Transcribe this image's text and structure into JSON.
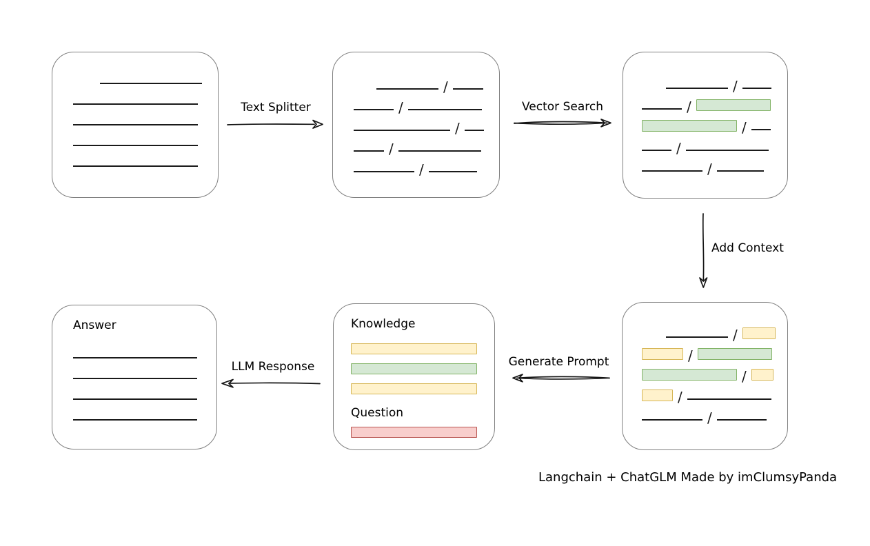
{
  "palette": {
    "line": "#1a1a1a",
    "box_border": "#7f7f7f",
    "green_fill": "#d5e8d4",
    "green_border": "#82b366",
    "yellow_fill": "#fff2cc",
    "yellow_border": "#d6b656",
    "red_fill": "#f8cecc",
    "red_border": "#b85450"
  },
  "labels": {
    "text_splitter": "Text Splitter",
    "vector_search": "Vector Search",
    "add_context": "Add Context",
    "generate_prompt": "Generate Prompt",
    "llm_response": "LLM Response",
    "knowledge": "Knowledge",
    "question": "Question",
    "answer": "Answer",
    "caption": "Langchain + ChatGLM Made by imClumsyPanda"
  },
  "boxes": {
    "document": {
      "rows": [
        [
          {
            "t": "sp",
            "w": 32
          },
          {
            "t": "line",
            "w": 148
          }
        ],
        [
          {
            "t": "line",
            "w": 181
          }
        ],
        [
          {
            "t": "line",
            "w": 181
          }
        ],
        [
          {
            "t": "line",
            "w": 181
          }
        ],
        [
          {
            "t": "line",
            "w": 181
          }
        ]
      ]
    },
    "chunks": {
      "rows": [
        [
          {
            "t": "sp",
            "w": 26
          },
          {
            "t": "line",
            "w": 90
          },
          {
            "t": "slash"
          },
          {
            "t": "line",
            "w": 44
          }
        ],
        [
          {
            "t": "line",
            "w": 58
          },
          {
            "t": "slash"
          },
          {
            "t": "line",
            "w": 107
          }
        ],
        [
          {
            "t": "line",
            "w": 140
          },
          {
            "t": "slash"
          },
          {
            "t": "line",
            "w": 28
          }
        ],
        [
          {
            "t": "line",
            "w": 44
          },
          {
            "t": "slash"
          },
          {
            "t": "line",
            "w": 120
          }
        ],
        [
          {
            "t": "line",
            "w": 88
          },
          {
            "t": "slash"
          },
          {
            "t": "line",
            "w": 70
          }
        ]
      ]
    },
    "vector": {
      "rows": [
        [
          {
            "t": "sp",
            "w": 28
          },
          {
            "t": "line",
            "w": 90
          },
          {
            "t": "slash"
          },
          {
            "t": "line",
            "w": 42
          }
        ],
        [
          {
            "t": "line",
            "w": 58
          },
          {
            "t": "slash"
          },
          {
            "t": "green",
            "w": 108
          }
        ],
        [
          {
            "t": "green",
            "w": 138
          },
          {
            "t": "slash"
          },
          {
            "t": "line",
            "w": 28
          }
        ],
        [
          {
            "t": "line",
            "w": 43
          },
          {
            "t": "slash"
          },
          {
            "t": "line",
            "w": 120
          }
        ],
        [
          {
            "t": "line",
            "w": 88
          },
          {
            "t": "slash"
          },
          {
            "t": "line",
            "w": 68
          }
        ]
      ]
    },
    "context": {
      "rows": [
        [
          {
            "t": "sp",
            "w": 28
          },
          {
            "t": "line",
            "w": 90
          },
          {
            "t": "slash"
          },
          {
            "t": "yellow",
            "w": 48
          }
        ],
        [
          {
            "t": "yellow",
            "w": 60
          },
          {
            "t": "slash"
          },
          {
            "t": "green",
            "w": 108
          }
        ],
        [
          {
            "t": "green",
            "w": 138
          },
          {
            "t": "slash"
          },
          {
            "t": "yellow",
            "w": 32
          }
        ],
        [
          {
            "t": "yellow",
            "w": 45
          },
          {
            "t": "slash"
          },
          {
            "t": "line",
            "w": 122
          }
        ],
        [
          {
            "t": "line",
            "w": 88
          },
          {
            "t": "slash"
          },
          {
            "t": "line",
            "w": 72
          }
        ]
      ]
    },
    "prompt": {
      "knowledge_bars": [
        {
          "c": "yellow",
          "w": 183
        },
        {
          "c": "green",
          "w": 183
        },
        {
          "c": "yellow",
          "w": 183
        }
      ],
      "question_bars": [
        {
          "c": "red",
          "w": 183
        }
      ]
    },
    "answer": {
      "rows": [
        [
          {
            "t": "line",
            "w": 180
          }
        ],
        [
          {
            "t": "line",
            "w": 180
          }
        ],
        [
          {
            "t": "line",
            "w": 180
          }
        ],
        [
          {
            "t": "line",
            "w": 180
          }
        ]
      ]
    }
  }
}
